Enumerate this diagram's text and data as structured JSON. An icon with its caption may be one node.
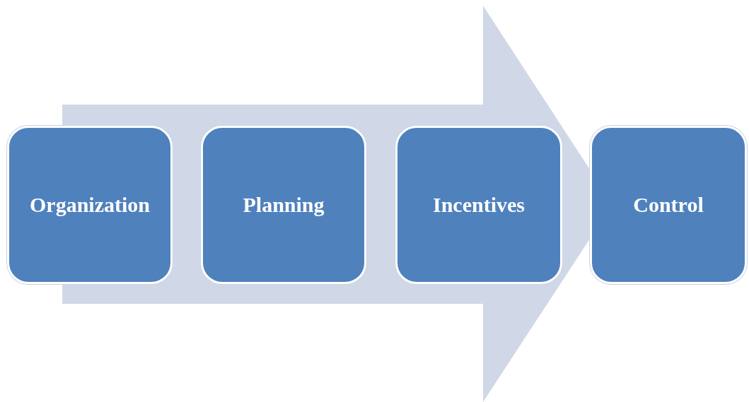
{
  "diagram": {
    "nodes": [
      {
        "text": [
          "Organization"
        ]
      },
      {
        "text": [
          "Planning"
        ]
      },
      {
        "text": [
          "Incentives"
        ]
      },
      {
        "text": [
          "Control"
        ]
      }
    ],
    "edges": [
      {
        "from": 0,
        "to": 3,
        "arrow": "to"
      }
    ]
  }
}
